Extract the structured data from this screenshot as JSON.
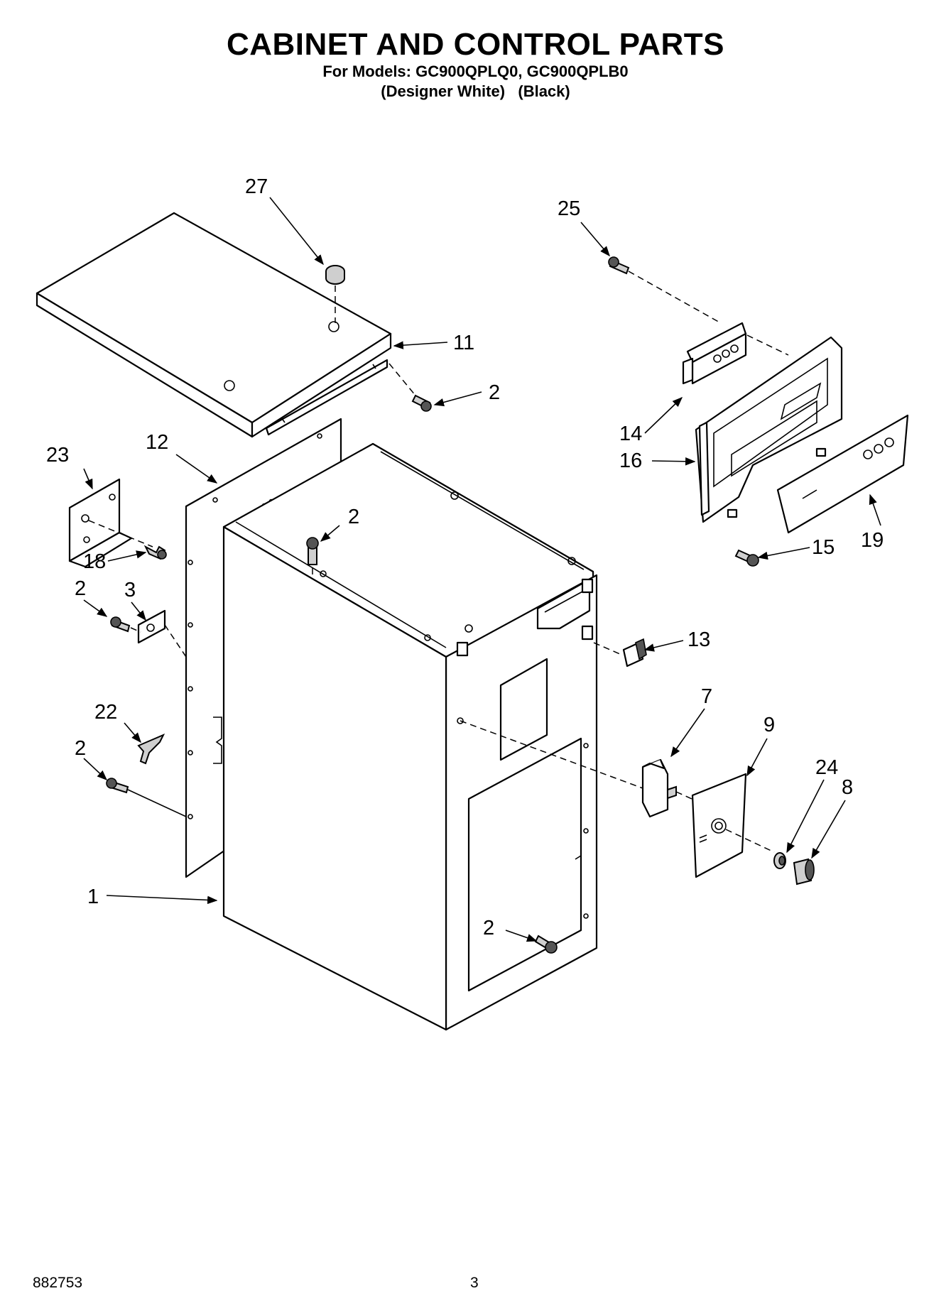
{
  "header": {
    "title": "CABINET AND CONTROL PARTS",
    "models_line": "For Models: GC900QPLQ0, GC900QPLB0",
    "colors_line": "(Designer White)   (Black)"
  },
  "footer": {
    "doc_number": "882753",
    "page_number": "3"
  },
  "callouts": {
    "c27": "27",
    "c25": "25",
    "c11": "11",
    "c2_top": "2",
    "c23": "23",
    "c12": "12",
    "c2_mid": "2",
    "c14": "14",
    "c16": "16",
    "c19": "19",
    "c15": "15",
    "c18": "18",
    "c2_left": "2",
    "c3": "3",
    "c13": "13",
    "c7": "7",
    "c9": "9",
    "c22": "22",
    "c2_lower": "2",
    "c24": "24",
    "c8": "8",
    "c1": "1",
    "c2_bottom": "2"
  }
}
